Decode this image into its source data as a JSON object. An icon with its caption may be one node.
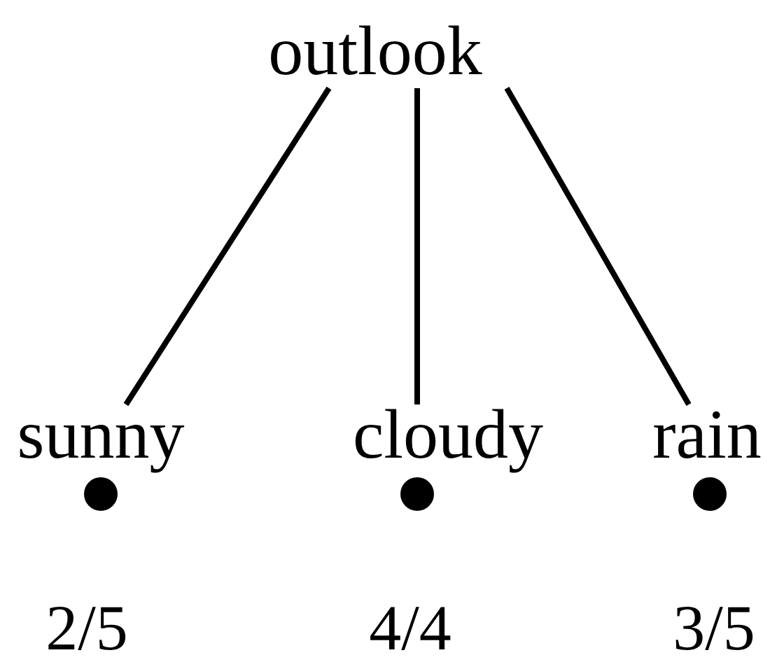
{
  "diagram": {
    "nodes": [
      {
        "text": [
          "outlook"
        ]
      },
      {
        "text": [
          "sunny"
        ]
      },
      {
        "text": [
          "cloudy"
        ]
      },
      {
        "text": [
          "rain"
        ]
      },
      {
        "text": [],
        "shape": "circle",
        "beside": [
          "2/5"
        ]
      },
      {
        "text": [],
        "shape": "circle",
        "beside": [
          "4/4"
        ]
      },
      {
        "text": [],
        "shape": "circle",
        "beside": [
          "3/5"
        ]
      }
    ],
    "edges": [
      {
        "from": 0,
        "to": 1,
        "arrow": "none"
      },
      {
        "from": 0,
        "to": 2,
        "arrow": "none"
      },
      {
        "from": 0,
        "to": 3,
        "arrow": "none"
      }
    ]
  }
}
